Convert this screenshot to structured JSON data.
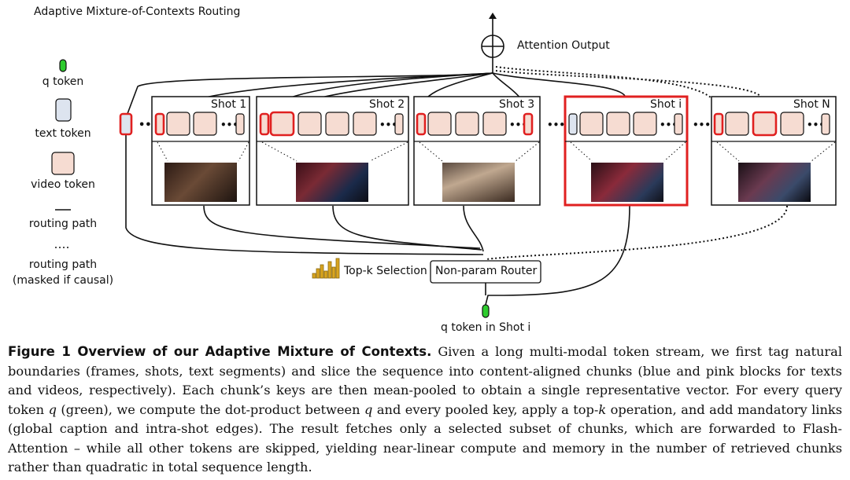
{
  "figure": {
    "title": "Adaptive Mixture-of-Contexts Routing",
    "attention_output": "Attention Output",
    "legend": {
      "q_token": "q token",
      "text_token": "text token",
      "video_token": "video token",
      "routing_path": "routing path",
      "routing_path_masked": "routing path",
      "masked_note": "(masked if causal)"
    },
    "shots": [
      "Shot 1",
      "Shot 2",
      "Shot 3",
      "Shot i",
      "Shot N"
    ],
    "topk_label": "Top-k Selection",
    "router_label": "Non-param Router",
    "q_in_shot": "q token in Shot i"
  },
  "caption": {
    "heading": "Figure 1  Overview of our Adaptive Mixture of Contexts.",
    "text_1": " Given a long multi-modal token stream, we first tag natural boundaries (frames, shots, text segments) and slice the sequence into content-aligned chunks (blue and pink blocks for texts and videos, respectively). Each chunk’s keys are then mean-pooled to obtain a single representative vector. For every query token ",
    "q1": "q",
    "text_2": " (green), we compute the dot-product between ",
    "q2": "q",
    "text_3": " and every pooled key, apply a top-",
    "k": "k",
    "text_4": " operation, and add mandatory links (global caption and intra-shot edges). The result fetches only a selected subset of chunks, which are forwarded to Flash-Attention – while all other tokens are skipped, yielding near-linear compute and memory in the number of retrieved chunks rather than quadratic in total sequence length."
  },
  "colors": {
    "q_green": "#2ecc2e",
    "text_blue": "#dde4ef",
    "video_pink": "#f6dcd2",
    "highlight_red": "#e02020",
    "bars_gold": "#d9a520"
  }
}
